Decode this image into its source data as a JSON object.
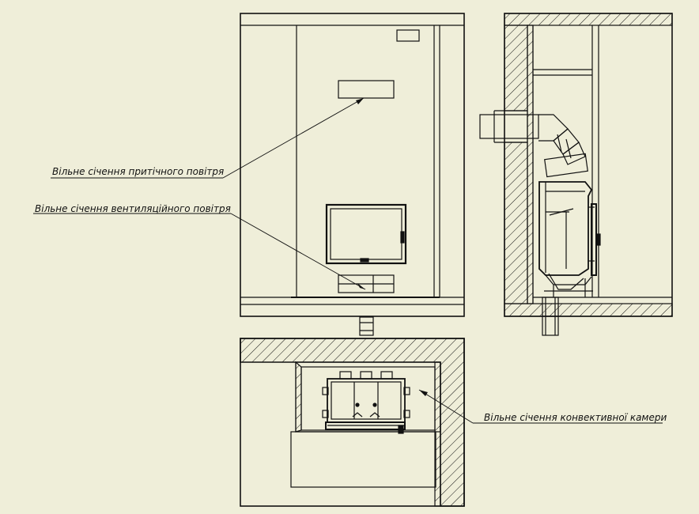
{
  "labels": {
    "supply_air": "Вільне січення притічного повітря",
    "ventilation_air": "Вільне січення вентиляційного повітря",
    "convection_chamber": "Вільне січення конвективної камери"
  },
  "colors": {
    "background": "#efeed9",
    "line": "#111111"
  }
}
